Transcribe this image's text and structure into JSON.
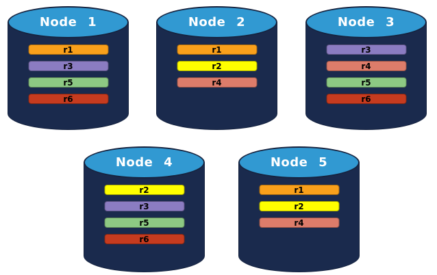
{
  "colors": {
    "theme": {
      "canvas_bg": "#FFFFFF",
      "cylinder_body": "#1A2A4D",
      "cylinder_top_fill": "#3199D2",
      "cylinder_outline": "#16233F",
      "title_text": "#FFFFFF",
      "bar_text": "#000000"
    },
    "replicas": {
      "r1": "#F9A01B",
      "r2": "#FFFF00",
      "r3": "#8B7CC2",
      "r4": "#DD7C6A",
      "r5": "#8DC983",
      "r6": "#C63B1F"
    }
  },
  "nodes": [
    {
      "label": "Node 1",
      "replicas": [
        "r1",
        "r3",
        "r5",
        "r6"
      ]
    },
    {
      "label": "Node 2",
      "replicas": [
        "r1",
        "r2",
        "r4"
      ]
    },
    {
      "label": "Node 3",
      "replicas": [
        "r3",
        "r4",
        "r5",
        "r6"
      ]
    },
    {
      "label": "Node 4",
      "replicas": [
        "r2",
        "r3",
        "r5",
        "r6"
      ]
    },
    {
      "label": "Node 5",
      "replicas": [
        "r1",
        "r2",
        "r4"
      ]
    }
  ]
}
